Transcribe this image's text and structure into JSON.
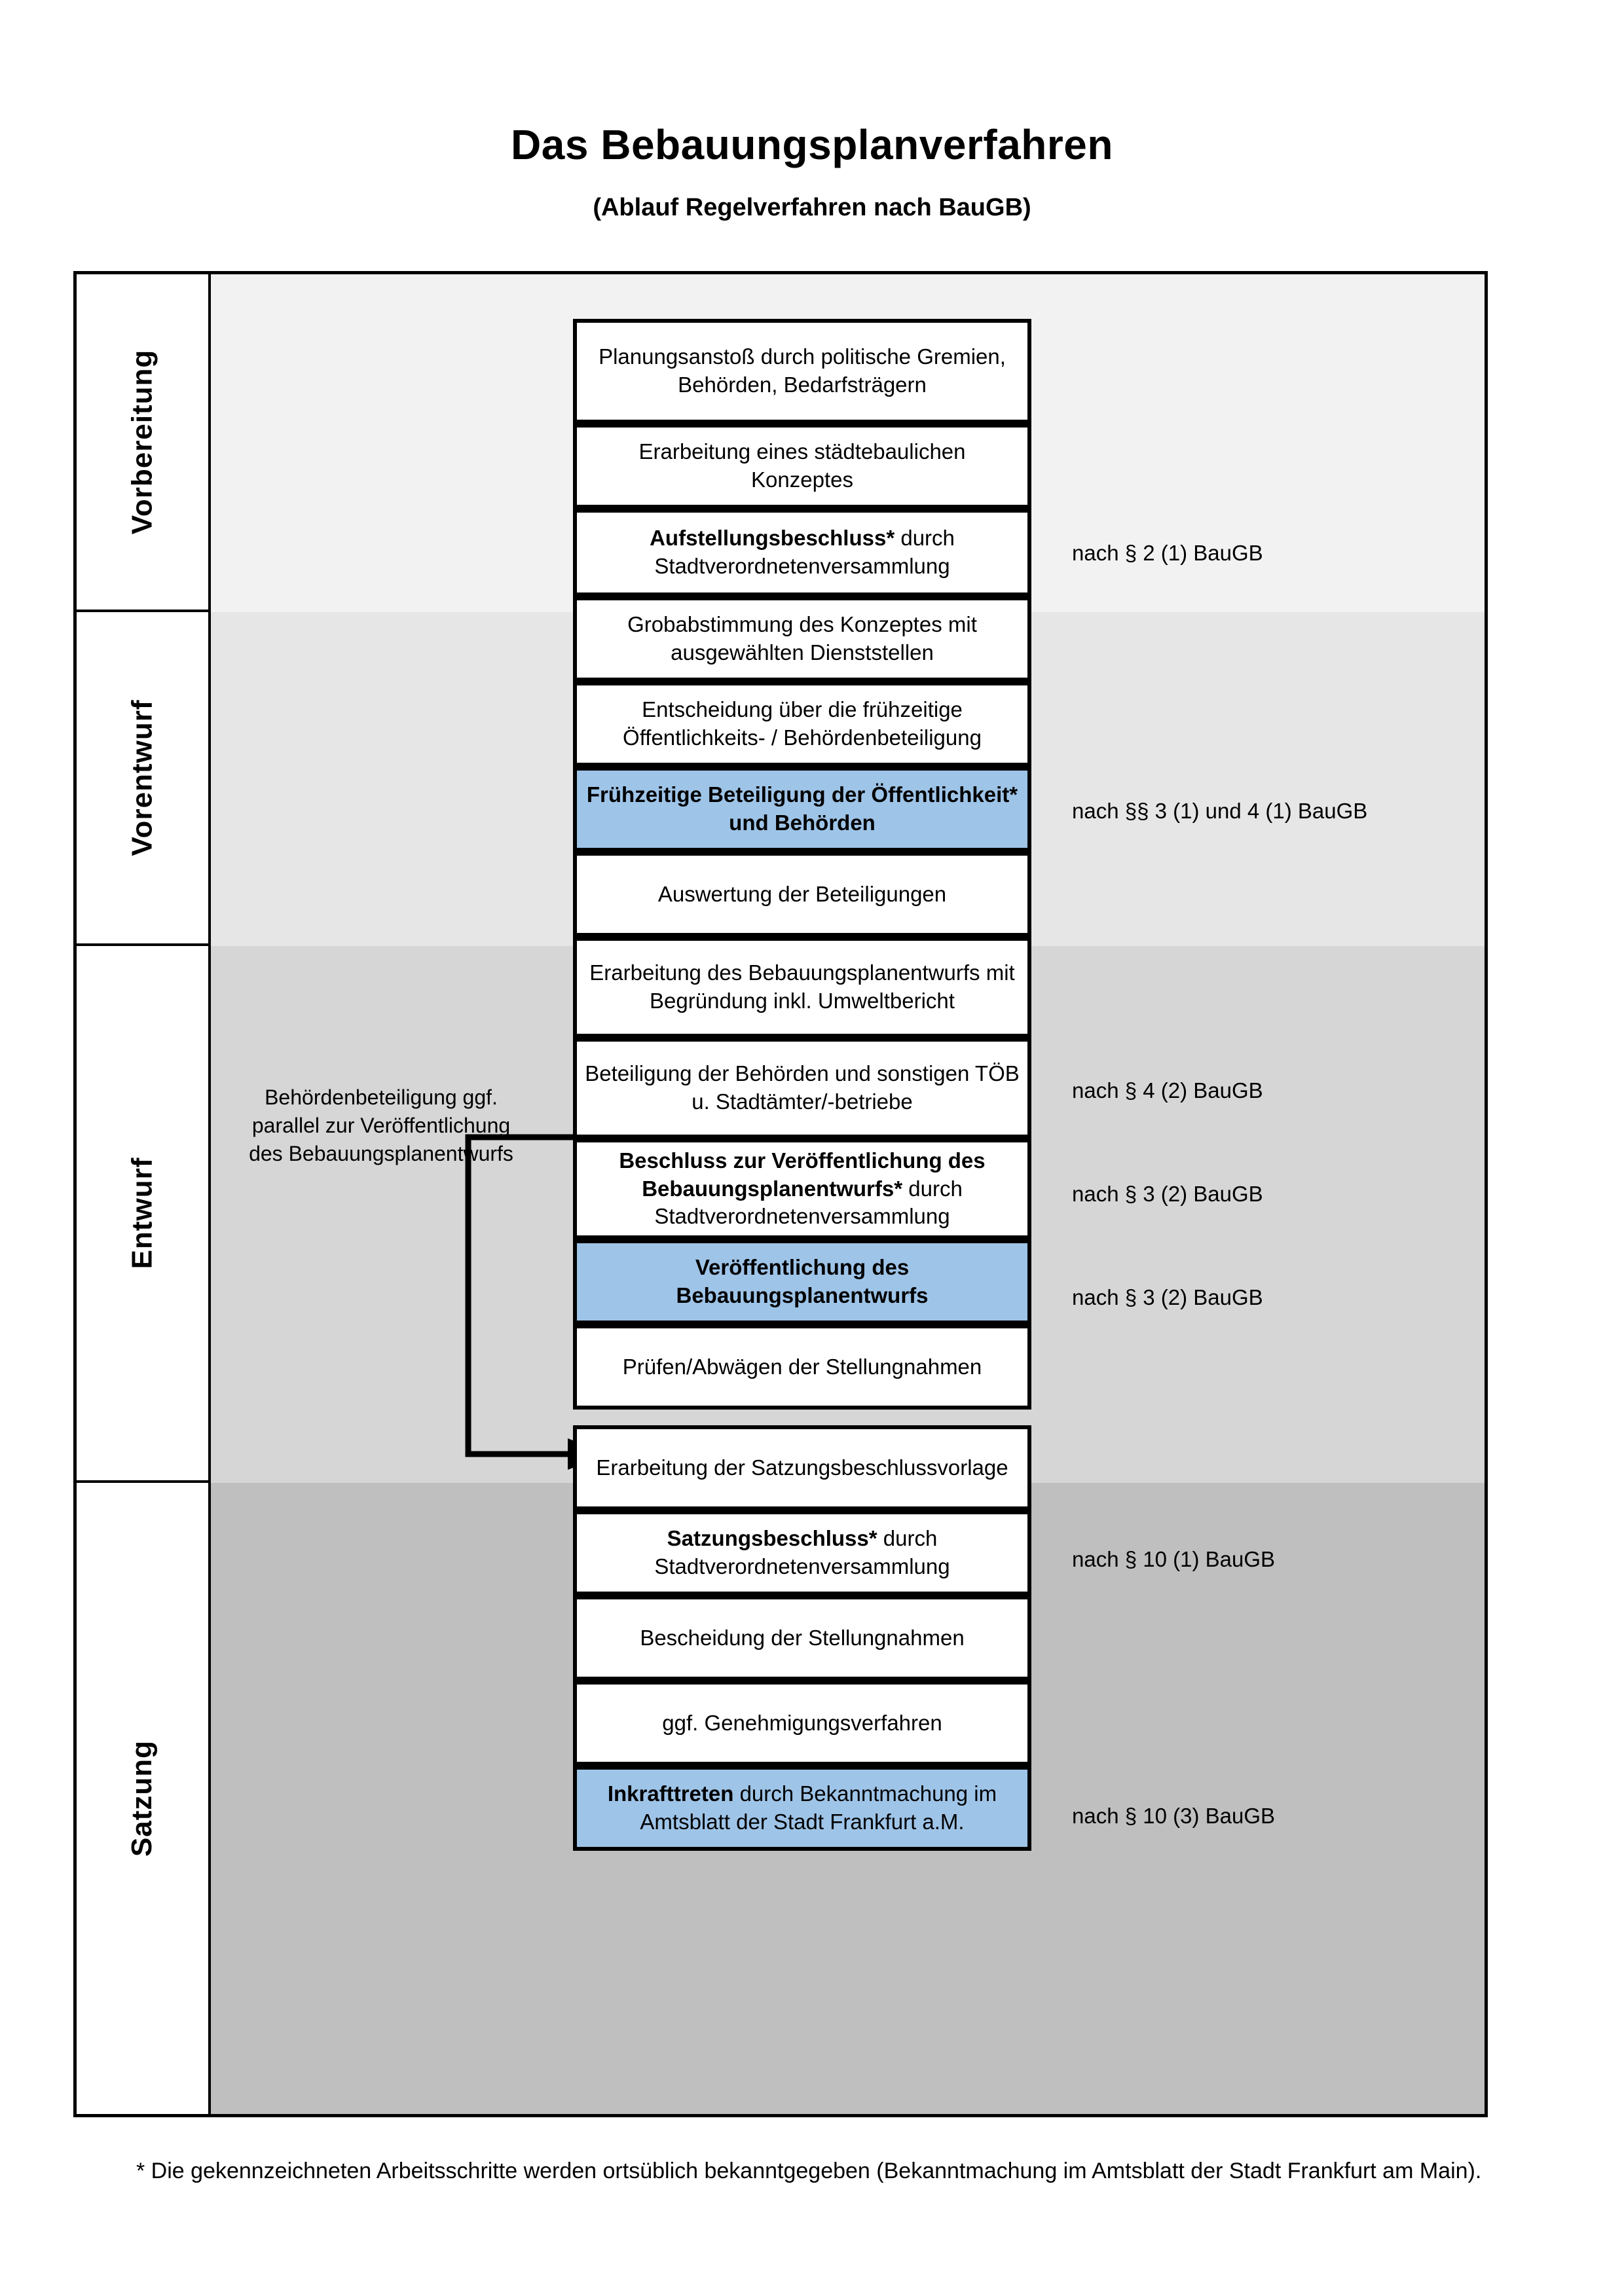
{
  "header": {
    "title": "Das Bebauungsplanverfahren",
    "subtitle": "(Ablauf Regelverfahren nach BauGB)"
  },
  "phases": [
    {
      "label": "Vorbereitung"
    },
    {
      "label": "Vorentwurf"
    },
    {
      "label": "Entwurf"
    },
    {
      "label": "Satzung"
    }
  ],
  "steps": [
    {
      "id": "planungsanstoss",
      "text": "Planungsanstoß durch politische Gremien, Behörden, Bedarfsträgern",
      "bold_prefix": "",
      "highlight": false
    },
    {
      "id": "konzept",
      "text": "Erarbeitung eines städtebaulichen Konzeptes",
      "bold_prefix": "",
      "highlight": false
    },
    {
      "id": "aufstellungsbeschluss",
      "text": "Aufstellungsbeschluss* durch Stadtverordnetenversammlung",
      "bold_prefix": "Aufstellungsbeschluss*",
      "bold_rest": " durch Stadtverordnetenversammlung",
      "highlight": false
    },
    {
      "id": "grobabstimmung",
      "text": "Grobabstimmung des Konzeptes mit ausgewählten Dienststellen",
      "bold_prefix": "",
      "highlight": false
    },
    {
      "id": "entscheidung",
      "text": "Entscheidung über die frühzeitige Öffentlichkeits- / Behördenbeteiligung",
      "bold_prefix": "",
      "highlight": false
    },
    {
      "id": "fruehzeitige-beteiligung",
      "text": "Frühzeitige Beteiligung der Öffentlichkeit* und Behörden",
      "bold_all": true,
      "highlight": true
    },
    {
      "id": "auswertung",
      "text": "Auswertung der Beteiligungen",
      "bold_prefix": "",
      "highlight": false
    },
    {
      "id": "erarbeitung-entwurf",
      "text": "Erarbeitung des Bebauungsplanentwurfs mit Begründung inkl. Umweltbericht",
      "bold_prefix": "",
      "highlight": false
    },
    {
      "id": "toeb-beteiligung",
      "text": "Beteiligung der Behörden und sonstigen TÖB u. Stadtämter/-betriebe",
      "bold_prefix": "",
      "highlight": false
    },
    {
      "id": "beschluss-veroeffentlichung",
      "text": "Beschluss zur Veröffentlichung des Bebauungsplanentwurfs* durch Stadtverordnetenversammlung",
      "bold_prefix": "Beschluss zur Veröffentlichung des Bebauungsplanentwurfs*",
      "bold_rest": " durch Stadtverordnetenversammlung",
      "highlight": false
    },
    {
      "id": "veroeffentlichung",
      "text": "Veröffentlichung des Bebauungsplanentwurfs",
      "bold_all": true,
      "highlight": true
    },
    {
      "id": "pruefen-abwaegen",
      "text": "Prüfen/Abwägen der Stellungnahmen",
      "bold_prefix": "",
      "highlight": false
    },
    {
      "id": "satzungsbeschlussvorlage",
      "text": "Erarbeitung der Satzungsbeschlussvorlage",
      "bold_prefix": "",
      "highlight": false
    },
    {
      "id": "satzungsbeschluss",
      "text": "Satzungsbeschluss* durch Stadtverordnetenversammlung",
      "bold_prefix": "Satzungsbeschluss*",
      "bold_rest": " durch Stadtverordnetenversammlung",
      "highlight": false
    },
    {
      "id": "bescheidung",
      "text": "Bescheidung der Stellungnahmen",
      "bold_prefix": "",
      "highlight": false
    },
    {
      "id": "genehmigungsverfahren",
      "text": "ggf. Genehmigungsverfahren",
      "bold_prefix": "",
      "highlight": false
    },
    {
      "id": "inkrafttreten",
      "text": "Inkrafttreten durch Bekanntmachung im Amtsblatt der Stadt Frankfurt a.M.",
      "bold_prefix": "Inkrafttreten",
      "bold_rest": " durch Bekanntmachung im Amtsblatt der Stadt Frankfurt a.M.",
      "highlight": true
    }
  ],
  "references": [
    {
      "id": "ref-par2-1",
      "text": "nach § 2 (1) BauGB"
    },
    {
      "id": "ref-par3-4-1",
      "text": "nach §§ 3 (1) und 4 (1) BauGB"
    },
    {
      "id": "ref-par4-2",
      "text": "nach § 4 (2) BauGB"
    },
    {
      "id": "ref-par3-2a",
      "text": "nach § 3 (2) BauGB"
    },
    {
      "id": "ref-par3-2b",
      "text": "nach § 3 (2) BauGB"
    },
    {
      "id": "ref-par10-1",
      "text": "nach § 10 (1) BauGB"
    },
    {
      "id": "ref-par10-3",
      "text": "nach § 10 (3) BauGB"
    }
  ],
  "sidenote": {
    "text": "Behördenbeteiligung ggf. parallel zur Veröffentlichung des Bebauungsplanentwurfs"
  },
  "footnote": {
    "text": "* Die gekennzeichneten Arbeitsschritte werden ortsüblich bekanntgegeben (Bekanntmachung im Amtsblatt  der Stadt Frankfurt am Main)."
  },
  "colors": {
    "highlight_blue": "#9ec4e8",
    "band_vorbereitung": "#f2f2f2",
    "band_vorentwurf": "#e6e6e6",
    "band_entwurf": "#d6d6d6",
    "band_satzung": "#bfbfbf",
    "outline": "#000000"
  }
}
